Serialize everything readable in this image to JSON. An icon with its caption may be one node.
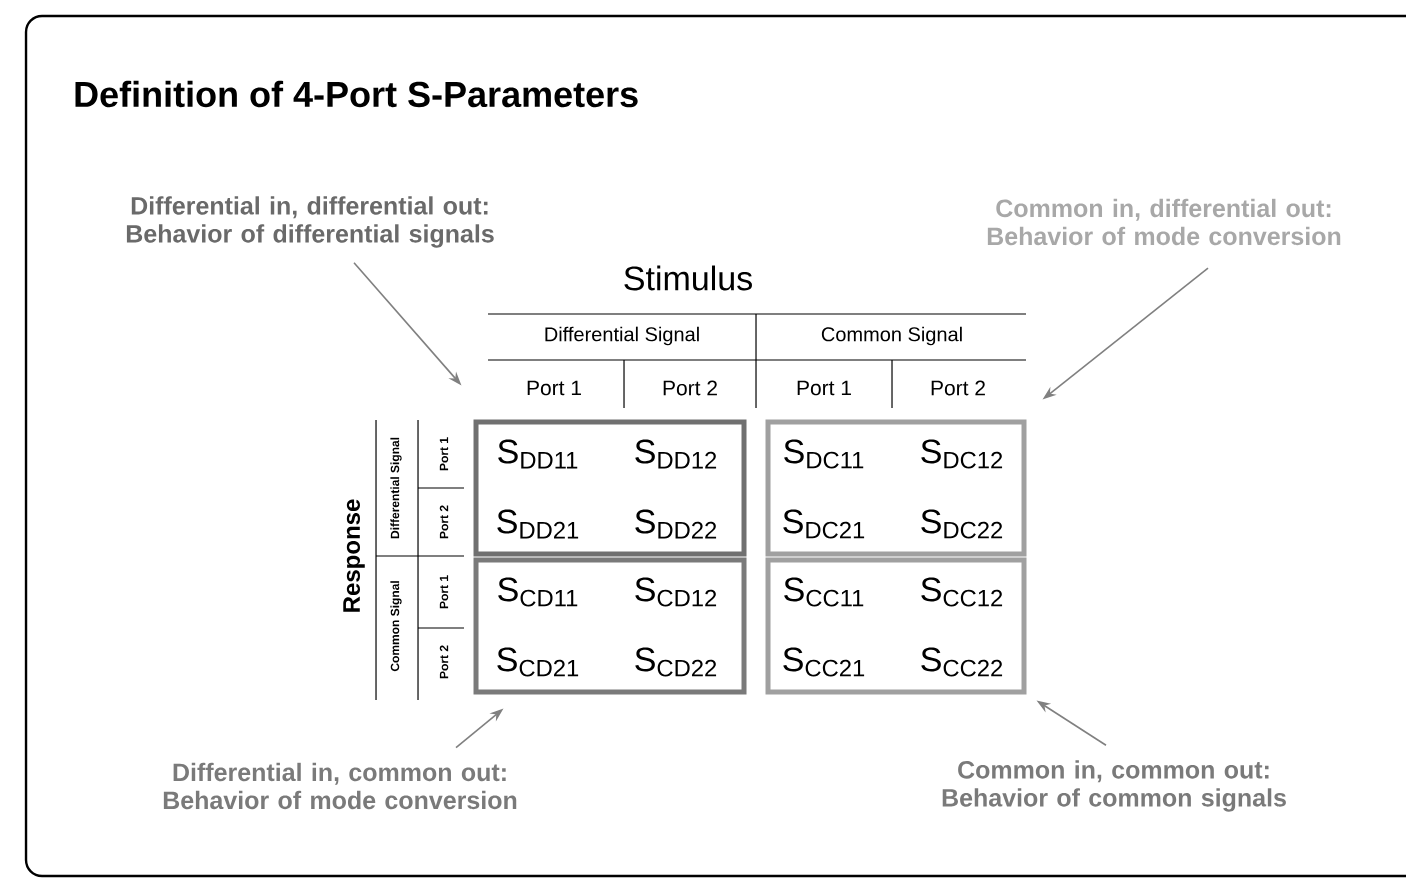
{
  "diagram": {
    "title": "Definition of 4-Port S-Parameters",
    "nodes": [
      {
        "text": [
          "Differential in, differential out: Behavior of differential signals"
        ]
      },
      {
        "text": [
          "Common in, differential out: Behavior of mode conversion"
        ]
      },
      {
        "text": [
          "S$_{DD11}$",
          "S$_{DD12}$",
          "S$_{DD21}$",
          "S$_{DD22}$"
        ]
      },
      {
        "text": [
          "S$_{DC11}$",
          "S$_{DC12}$",
          "S$_{DC21}$",
          "S$_{DC22}$"
        ]
      },
      {
        "text": [
          "S$_{CD11}$",
          "S$_{CD12}$",
          "S$_{CD21}$",
          "S$_{CD22}$"
        ]
      },
      {
        "text": [
          "S$_{CC11}$",
          "S$_{CC12}$",
          "S$_{CC21}$",
          "S$_{CC22}$"
        ]
      },
      {
        "text": [
          "Differential in, common out: Behavior of mode conversion"
        ]
      },
      {
        "text": [
          "Common in, common out: Behavior of common signals"
        ]
      }
    ],
    "edges": [
      {
        "from": 0,
        "to": 2,
        "arrow": "to"
      },
      {
        "from": 1,
        "to": 3,
        "arrow": "to"
      },
      {
        "from": 6,
        "to": 4,
        "arrow": "to"
      },
      {
        "from": 7,
        "to": 5,
        "arrow": "to"
      }
    ],
    "labels": [
      "Stimulus",
      "Differential Signal",
      "Common Signal",
      "Port 1",
      "Port 2",
      "Port 1",
      "Port 2",
      "Response",
      "Differential Signal",
      "Common Signal",
      "Port 1",
      "Port 2",
      "Port 1",
      "Port 2"
    ]
  }
}
